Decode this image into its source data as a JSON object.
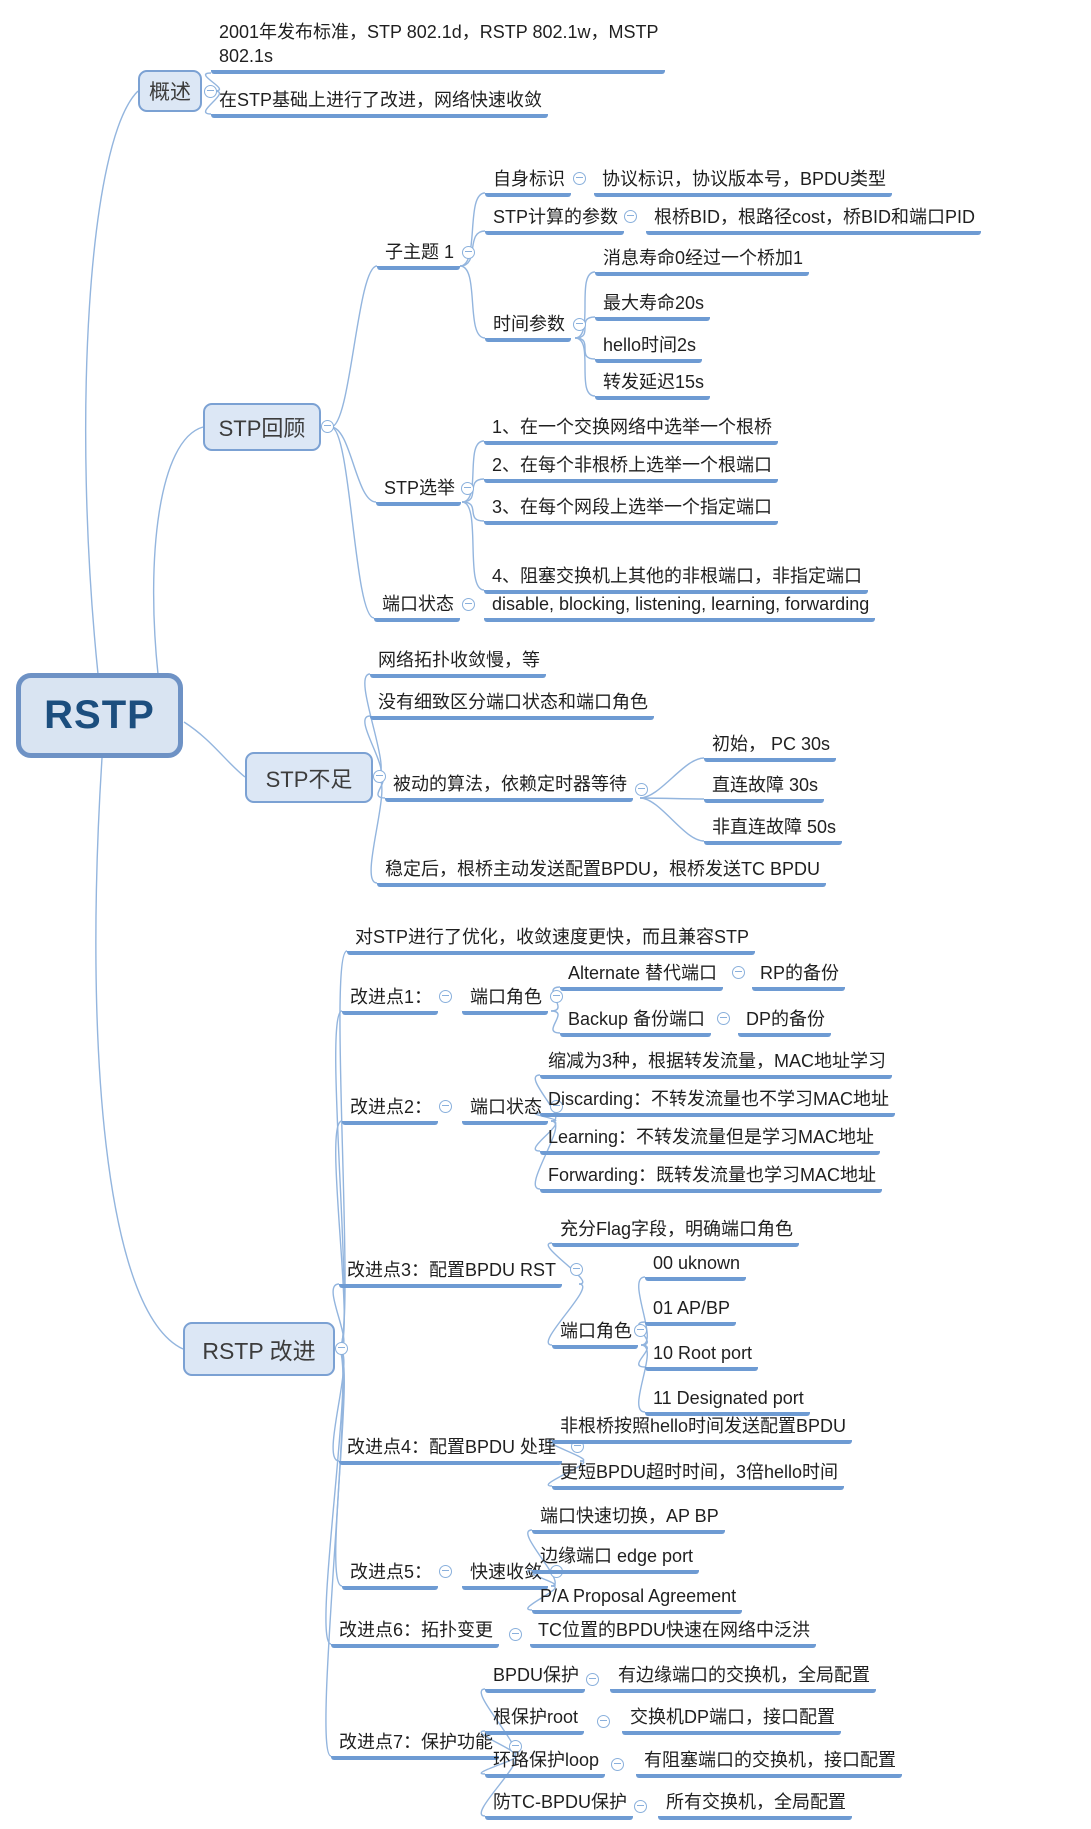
{
  "root": {
    "label": "RSTP"
  },
  "overview": {
    "label": "概述",
    "standards": "2001年发布标准，STP 802.1d，RSTP 802.1w，MSTP 802.1s",
    "basis": "在STP基础上进行了改进，网络快速收敛"
  },
  "stp_review": {
    "label": "STP回顾",
    "subtopic": {
      "label": "子主题 1",
      "identity": {
        "label": "自身标识",
        "value": "协议标识，协议版本号，BPDU类型"
      },
      "calc": {
        "label": "STP计算的参数",
        "value": "根桥BID，根路径cost，桥BID和端口PID"
      },
      "timers": {
        "label": "时间参数",
        "items": [
          "消息寿命0经过一个桥加1",
          "最大寿命20s",
          "hello时间2s",
          "转发延迟15s"
        ]
      }
    },
    "election": {
      "label": "STP选举",
      "items": [
        "1、在一个交换网络中选举一个根桥",
        "2、在每个非根桥上选举一个根端口",
        "3、在每个网段上选举一个指定端口",
        "4、阻塞交换机上其他的非根端口，非指定端口"
      ]
    },
    "port_state": {
      "label": "端口状态",
      "value": "disable, blocking, listening, learning, forwarding"
    }
  },
  "stp_weakness": {
    "label": "STP不足",
    "slow": "网络拓扑收敛慢，等",
    "coarse": "没有细致区分端口状态和端口角色",
    "passive": {
      "label": "被动的算法，依赖定时器等待",
      "items": [
        "初始， PC 30s",
        "直连故障 30s",
        "非直连故障 50s"
      ]
    },
    "stable": "稳定后，根桥主动发送配置BPDU，根桥发送TC BPDU"
  },
  "rstp_improve": {
    "label": "RSTP 改进",
    "summary": "对STP进行了优化，收敛速度更快，而且兼容STP",
    "p1": {
      "label": "改进点1：",
      "topic": "端口角色",
      "alternate": {
        "label": "Alternate 替代端口",
        "value": "RP的备份"
      },
      "backup": {
        "label": "Backup 备份端口",
        "value": "DP的备份"
      }
    },
    "p2": {
      "label": "改进点2：",
      "topic": "端口状态",
      "items": [
        "缩减为3种，根据转发流量，MAC地址学习",
        "Discarding：不转发流量也不学习MAC地址",
        "Learning：不转发流量但是学习MAC地址",
        "Forwarding：既转发流量也学习MAC地址"
      ]
    },
    "p3": {
      "label": "改进点3：配置BPDU RST",
      "flag": "充分Flag字段，明确端口角色",
      "roles": {
        "label": "端口角色",
        "items": [
          "00 uknown",
          "01 AP/BP",
          "10 Root port",
          "11 Designated port"
        ]
      }
    },
    "p4": {
      "label": "改进点4：配置BPDU 处理",
      "items": [
        "非根桥按照hello时间发送配置BPDU",
        "更短BPDU超时时间，3倍hello时间"
      ]
    },
    "p5": {
      "label": "改进点5：",
      "topic": "快速收敛",
      "items": [
        "端口快速切换，AP BP",
        "边缘端口 edge port",
        "P/A Proposal Agreement"
      ]
    },
    "p6": {
      "label": "改进点6：拓扑变更",
      "value": "TC位置的BPDU快速在网络中泛洪"
    },
    "p7": {
      "label": "改进点7：保护功能",
      "bpdu_guard": {
        "label": "BPDU保护",
        "value": "有边缘端口的交换机，全局配置"
      },
      "root_guard": {
        "label": "根保护root",
        "value": "交换机DP端口，接口配置"
      },
      "loop_guard": {
        "label": "环路保护loop",
        "value": "有阻塞端口的交换机，接口配置"
      },
      "tc_guard": {
        "label": "防TC-BPDU保护",
        "value": "所有交换机，全局配置"
      }
    }
  },
  "colors": {
    "underline": "#6e9bd3",
    "wire": "#93b5de",
    "box_fill": "#dce7f5",
    "box_border": "#7ba1d3",
    "root_text": "#1c4e7e"
  }
}
